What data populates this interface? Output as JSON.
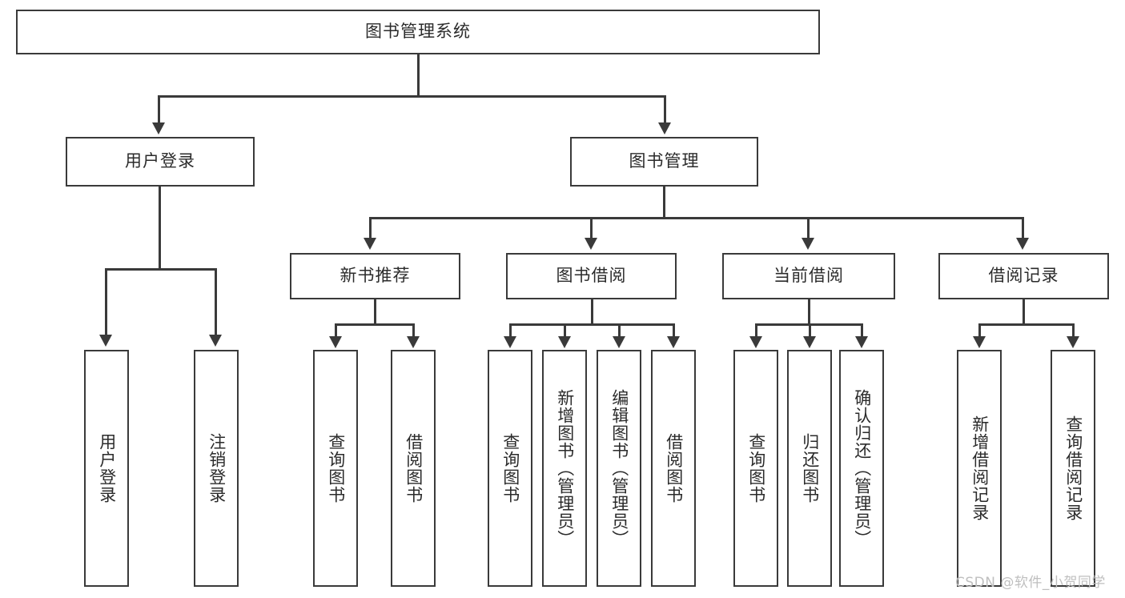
{
  "diagram": {
    "title": "图书管理系统",
    "type": "hierarchy-tree",
    "watermark": "CSDN @软件_小贺同学",
    "colors": {
      "stroke": "#3a3a3a",
      "text": "#2b2b2b",
      "background": "#ffffff",
      "watermark": "#bfbfbf"
    },
    "levels": {
      "root": {
        "label": "图书管理系统"
      },
      "level2": [
        {
          "id": "user-login",
          "label": "用户登录"
        },
        {
          "id": "book-manage",
          "label": "图书管理"
        }
      ],
      "level3": [
        {
          "id": "new-book-recommend",
          "label": "新书推荐"
        },
        {
          "id": "book-borrow",
          "label": "图书借阅"
        },
        {
          "id": "current-borrow",
          "label": "当前借阅"
        },
        {
          "id": "borrow-record",
          "label": "借阅记录"
        }
      ],
      "leaves": {
        "user_login": [
          {
            "id": "leaf-user-login",
            "label": "用户登录"
          },
          {
            "id": "leaf-logout-login",
            "label": "注销登录"
          }
        ],
        "new_book_recommend": [
          {
            "id": "leaf-query-book-1",
            "label": "查询图书"
          },
          {
            "id": "leaf-borrow-book-1",
            "label": "借阅图书"
          }
        ],
        "book_borrow": [
          {
            "id": "leaf-query-book-2",
            "label": "查询图书"
          },
          {
            "id": "leaf-add-book-admin",
            "label": "新增图书（管理员）"
          },
          {
            "id": "leaf-edit-book-admin",
            "label": "编辑图书（管理员）"
          },
          {
            "id": "leaf-borrow-book-2",
            "label": "借阅图书"
          }
        ],
        "current_borrow": [
          {
            "id": "leaf-query-book-3",
            "label": "查询图书"
          },
          {
            "id": "leaf-return-book",
            "label": "归还图书"
          },
          {
            "id": "leaf-confirm-return-admin",
            "label": "确认归还（管理员）"
          }
        ],
        "borrow_record": [
          {
            "id": "leaf-add-borrow-record",
            "label": "新增借阅记录"
          },
          {
            "id": "leaf-query-borrow-record",
            "label": "查询借阅记录"
          }
        ]
      }
    }
  }
}
